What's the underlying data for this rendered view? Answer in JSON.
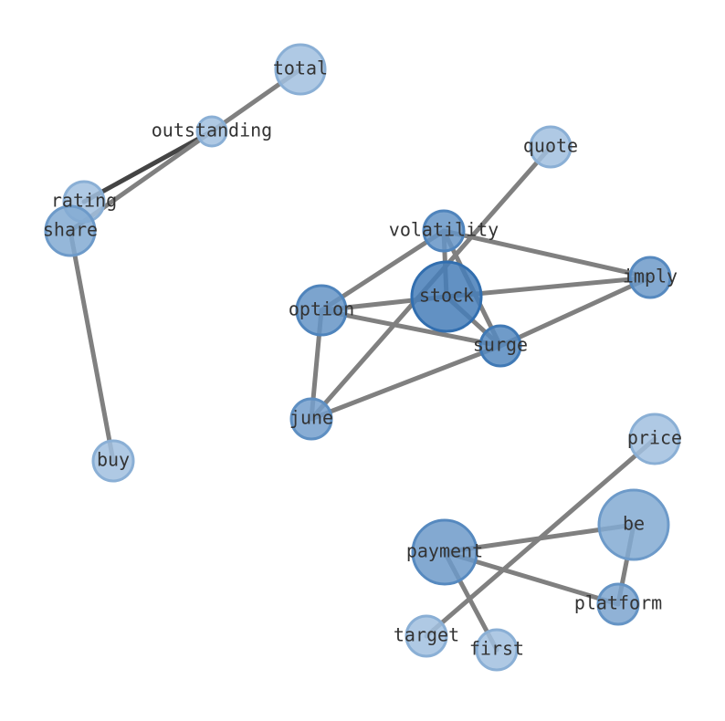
{
  "graph": {
    "nodes": [
      {
        "id": "total",
        "label": "total",
        "weight": 0.25
      },
      {
        "id": "outstanding",
        "label": "outstanding",
        "weight": 0.25
      },
      {
        "id": "rating",
        "label": "rating",
        "weight": 0.25
      },
      {
        "id": "share",
        "label": "share",
        "weight": 0.45
      },
      {
        "id": "buy",
        "label": "buy",
        "weight": 0.25
      },
      {
        "id": "quote",
        "label": "quote",
        "weight": 0.25
      },
      {
        "id": "volatility",
        "label": "volatility",
        "weight": 0.65
      },
      {
        "id": "stock",
        "label": "stock",
        "weight": 0.85
      },
      {
        "id": "imply",
        "label": "imply",
        "weight": 0.6
      },
      {
        "id": "option",
        "label": "option",
        "weight": 0.65
      },
      {
        "id": "surge",
        "label": "surge",
        "weight": 0.75
      },
      {
        "id": "june",
        "label": "june",
        "weight": 0.55
      },
      {
        "id": "price",
        "label": "price",
        "weight": 0.25
      },
      {
        "id": "be",
        "label": "be",
        "weight": 0.45
      },
      {
        "id": "payment",
        "label": "payment",
        "weight": 0.6
      },
      {
        "id": "platform",
        "label": "platform",
        "weight": 0.5
      },
      {
        "id": "target",
        "label": "target",
        "weight": 0.25
      },
      {
        "id": "first",
        "label": "first",
        "weight": 0.25
      }
    ],
    "edges": [
      {
        "source": "total",
        "target": "outstanding",
        "weight": 0.6
      },
      {
        "source": "outstanding",
        "target": "rating",
        "weight": 0.8
      },
      {
        "source": "outstanding",
        "target": "share",
        "weight": 0.6
      },
      {
        "source": "share",
        "target": "buy",
        "weight": 0.6
      },
      {
        "source": "quote",
        "target": "june",
        "weight": 0.6
      },
      {
        "source": "volatility",
        "target": "option",
        "weight": 0.6
      },
      {
        "source": "volatility",
        "target": "stock",
        "weight": 0.6
      },
      {
        "source": "volatility",
        "target": "imply",
        "weight": 0.6
      },
      {
        "source": "volatility",
        "target": "surge",
        "weight": 0.6
      },
      {
        "source": "stock",
        "target": "option",
        "weight": 0.6
      },
      {
        "source": "stock",
        "target": "imply",
        "weight": 0.6
      },
      {
        "source": "stock",
        "target": "surge",
        "weight": 0.6
      },
      {
        "source": "option",
        "target": "surge",
        "weight": 0.6
      },
      {
        "source": "option",
        "target": "june",
        "weight": 0.6
      },
      {
        "source": "imply",
        "target": "surge",
        "weight": 0.6
      },
      {
        "source": "june",
        "target": "surge",
        "weight": 0.6
      },
      {
        "source": "price",
        "target": "target",
        "weight": 0.6
      },
      {
        "source": "payment",
        "target": "be",
        "weight": 0.6
      },
      {
        "source": "payment",
        "target": "platform",
        "weight": 0.6
      },
      {
        "source": "payment",
        "target": "first",
        "weight": 0.6
      },
      {
        "source": "be",
        "target": "platform",
        "weight": 0.6
      }
    ]
  }
}
